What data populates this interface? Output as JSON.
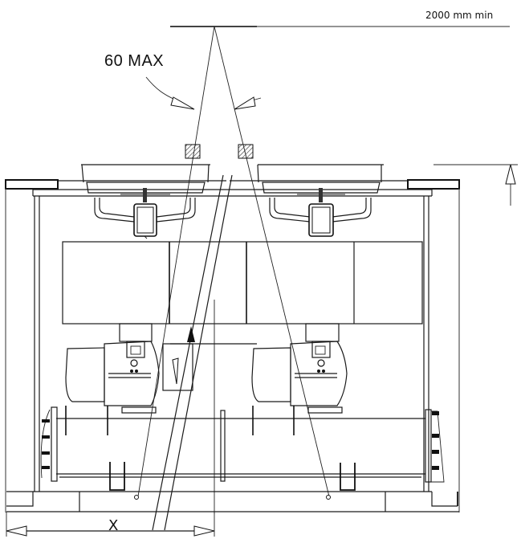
{
  "drawing": {
    "type": "technical-elevation",
    "subject": "dual-fan condensing unit with compressors, front elevation",
    "annotations": {
      "clearance_label": "2000 mm min",
      "angle_label": "60  MAX",
      "dimension_label": "X"
    },
    "elements": {
      "fans": [
        {
          "name": "left-fan",
          "motor": "left-fan-motor"
        },
        {
          "name": "right-fan",
          "motor": "right-fan-motor"
        }
      ],
      "coil_panels": 4,
      "compressors": [
        {
          "name": "left-compressor"
        },
        {
          "name": "right-compressor"
        }
      ],
      "lifting_points": 2,
      "rigging_angle_max": "60",
      "dimension_arrows": [
        "bottom-dimension-x",
        "right-height-arrow"
      ]
    },
    "colors": {
      "line": "#1a1a1a",
      "background": "#ffffff",
      "hatch": "#333333"
    }
  }
}
